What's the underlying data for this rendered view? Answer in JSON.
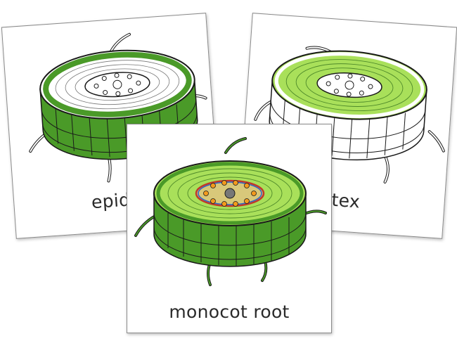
{
  "cards": [
    {
      "label": "epide",
      "highlight": "epidermis",
      "fill_colors": {
        "outer": "#4a9a28",
        "top_ring": "#ffffff"
      }
    },
    {
      "label": "rtex",
      "highlight": "cortex",
      "fill_colors": {
        "outer": "#ffffff",
        "top_ring": "#a9e05a"
      }
    },
    {
      "label": "monocot root",
      "highlight": "whole",
      "fill_colors": {
        "outer": "#4a9a28",
        "top_ring": "#a9e05a",
        "stele": "#d8c87a",
        "xylem": "#f29a1e",
        "pith": "#777777"
      }
    }
  ],
  "colors": {
    "outline": "#1a1a1a",
    "dark_green": "#4a9a28",
    "light_green": "#a9e05a",
    "endodermis_red": "#c0392b",
    "endodermis_blue": "#2a64c8"
  }
}
